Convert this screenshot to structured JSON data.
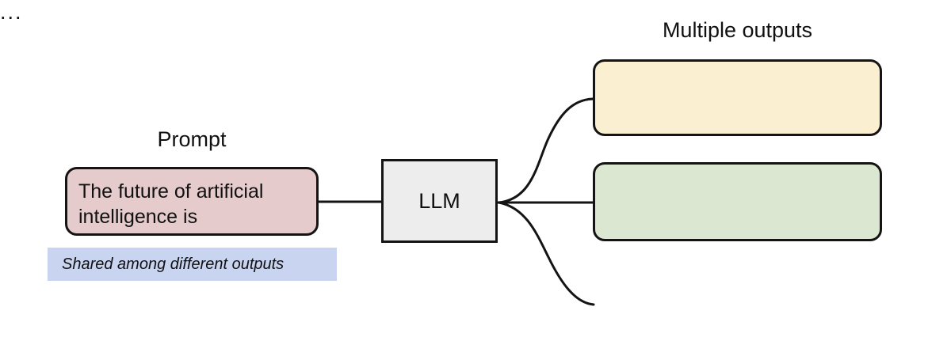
{
  "diagram": {
    "title_hidden": "",
    "background": "#ffffff",
    "stroke_color": "#141414"
  },
  "prompt": {
    "title": "Prompt",
    "text": "The future of artificial intelligence is",
    "fill_color": "#e5cbcc",
    "note": {
      "text": "Shared among different outputs",
      "fill_color": "#c9d4f0"
    }
  },
  "model": {
    "label": "LLM",
    "fill_color": "#ededed"
  },
  "outputs": {
    "title": "Multiple outputs",
    "boxes": [
      {
        "label": "",
        "fill_color": "#faf0d1"
      },
      {
        "label": "",
        "fill_color": "#dce7d2"
      }
    ],
    "continuation": "..."
  },
  "edges": [
    {
      "name": "prompt-to-llm",
      "kind": "straight"
    },
    {
      "name": "llm-to-output-1",
      "kind": "curve-up"
    },
    {
      "name": "llm-to-output-2",
      "kind": "straight"
    },
    {
      "name": "llm-to-ellipsis",
      "kind": "curve-down"
    }
  ]
}
